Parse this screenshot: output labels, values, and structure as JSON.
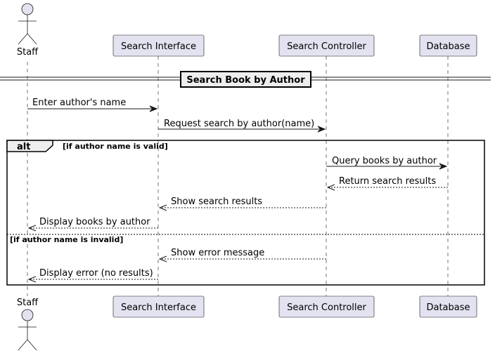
{
  "participants": [
    {
      "id": "staff",
      "name": "Staff",
      "kind": "actor"
    },
    {
      "id": "ui",
      "name": "Search Interface",
      "kind": "participant"
    },
    {
      "id": "ctrl",
      "name": "Search Controller",
      "kind": "participant"
    },
    {
      "id": "db",
      "name": "Database",
      "kind": "participant"
    }
  ],
  "divider": {
    "label": "Search Book by Author"
  },
  "messages": [
    {
      "from": "staff",
      "to": "ui",
      "label": "Enter author's name",
      "style": "solid"
    },
    {
      "from": "ui",
      "to": "ctrl",
      "label": "Request search by author(name)",
      "style": "solid"
    },
    {
      "from": "ctrl",
      "to": "db",
      "label": "Query books by author",
      "style": "solid"
    },
    {
      "from": "db",
      "to": "ctrl",
      "label": "Return search results",
      "style": "dashed"
    },
    {
      "from": "ctrl",
      "to": "ui",
      "label": "Show search results",
      "style": "dashed"
    },
    {
      "from": "ui",
      "to": "staff",
      "label": "Display books by author",
      "style": "dashed"
    },
    {
      "from": "ctrl",
      "to": "ui",
      "label": "Show error message",
      "style": "dashed"
    },
    {
      "from": "ui",
      "to": "staff",
      "label": "Display error (no results)",
      "style": "dashed"
    }
  ],
  "alt_fragment": {
    "keyword": "alt",
    "condition": "[if author name is valid]",
    "else_condition": "[if author name is invalid]"
  }
}
